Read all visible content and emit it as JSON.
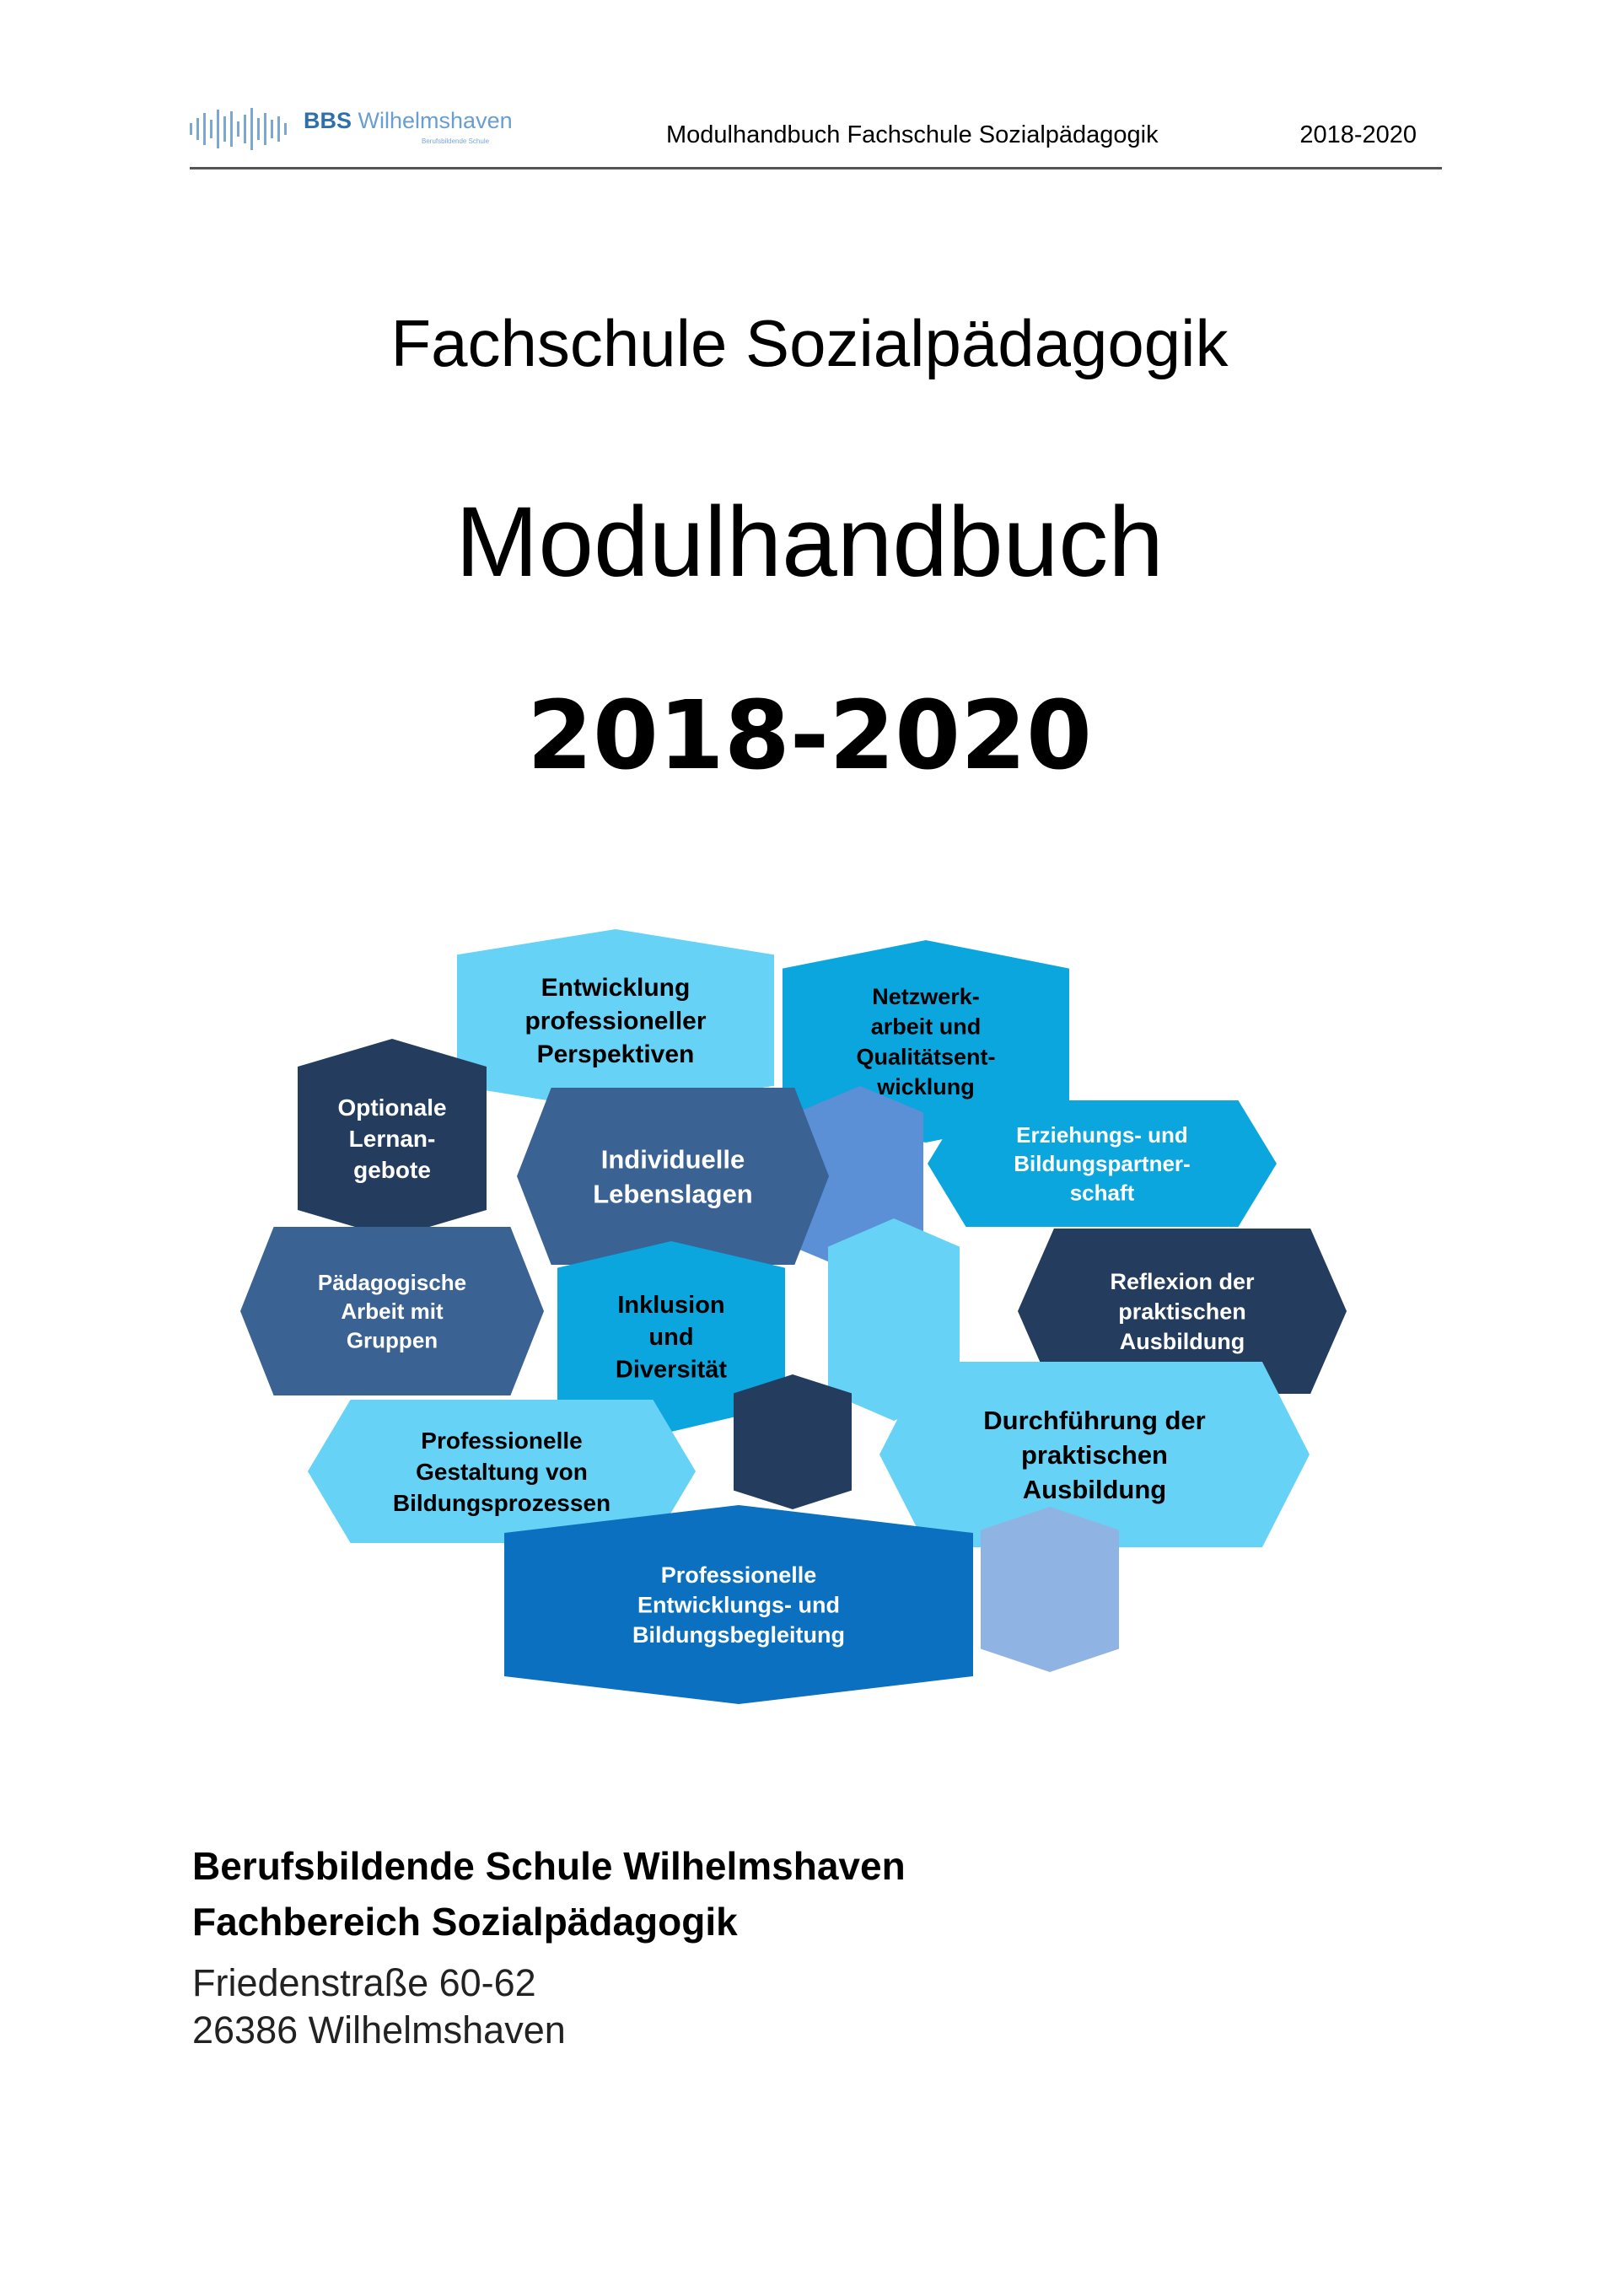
{
  "header": {
    "logo_brand": "BBS",
    "logo_name": "Wilhelmshaven",
    "logo_subtitle": "Berufsbildende Schule",
    "title": "Modulhandbuch Fachschule Sozialpädagogik",
    "year": "2018-2020"
  },
  "titles": {
    "school": "Fachschule Sozialpädagogik",
    "main": "Modulhandbuch",
    "years": "2018-2020"
  },
  "diagram": {
    "colors": {
      "light_cyan": "#66d2f5",
      "cyan": "#0ca6df",
      "medium_blue": "#3a6293",
      "dark_navy": "#243d5e",
      "royal_blue": "#0a70bf",
      "periwinkle": "#5b8fd6",
      "pale_blue": "#8fb4e3"
    },
    "modules": [
      {
        "lines": [
          "Entwicklung",
          "professioneller",
          "Perspektiven"
        ]
      },
      {
        "lines": [
          "Netzwerk-",
          "arbeit und",
          "Qualitätsent-",
          "wicklung"
        ]
      },
      {
        "lines": [
          "Optionale",
          "Lernan-",
          "gebote"
        ]
      },
      {
        "lines": [
          "Individuelle",
          "Lebenslagen"
        ]
      },
      {
        "lines": [
          "Erziehungs- und",
          "Bildungspartner-",
          "schaft"
        ]
      },
      {
        "lines": [
          "Pädagogische",
          "Arbeit mit",
          "Gruppen"
        ]
      },
      {
        "lines": [
          "Inklusion",
          "und",
          "Diversität"
        ]
      },
      {
        "lines": [
          "Reflexion der",
          "praktischen",
          "Ausbildung"
        ]
      },
      {
        "lines": [
          "Professionelle",
          "Gestaltung von",
          "Bildungsprozessen"
        ]
      },
      {
        "lines": [
          "Durchführung der",
          "praktischen",
          "Ausbildung"
        ]
      },
      {
        "lines": [
          "Professionelle",
          "Entwicklungs- und",
          "Bildungsbegleitung"
        ]
      }
    ]
  },
  "address": {
    "school": "Berufsbildende Schule Wilhelmshaven",
    "department": "Fachbereich Sozialpädagogik",
    "street": "Friedenstraße 60-62",
    "city": "26386 Wilhelmshaven"
  }
}
